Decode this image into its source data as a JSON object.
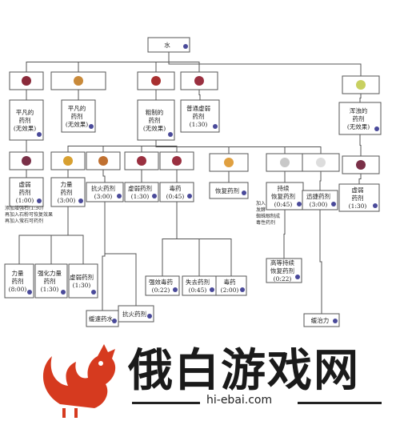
{
  "diagram": {
    "nodes": [
      {
        "id": "water",
        "label": "水",
        "kind": "top"
      },
      {
        "id": "i1",
        "icon": "nether-wart",
        "kind": "icon"
      },
      {
        "id": "i2",
        "icon": "ingredients-group",
        "kind": "icon"
      },
      {
        "id": "i3",
        "icon": "redstone",
        "kind": "icon"
      },
      {
        "id": "i4",
        "icon": "spider-eye",
        "kind": "icon"
      },
      {
        "id": "i5",
        "icon": "glowstone",
        "kind": "icon"
      },
      {
        "id": "awkward",
        "label": "平凡的\n药剂\n(无效果)",
        "kind": "box"
      },
      {
        "id": "mundane",
        "label": "平凡的\n药剂\n(无效果)",
        "kind": "box"
      },
      {
        "id": "thick",
        "label": "粗制的\n药剂\n(无效果)",
        "kind": "box"
      },
      {
        "id": "weak",
        "label": "普通虚弱\n药剂\n(1:30)",
        "kind": "box"
      },
      {
        "id": "thick2",
        "label": "浑浊的\n药剂\n(无效果)",
        "kind": "box"
      },
      {
        "id": "c1",
        "icon": "fermented-eye",
        "kind": "icon"
      },
      {
        "id": "c2",
        "icon": "blaze-powder",
        "kind": "icon"
      },
      {
        "id": "c3",
        "icon": "magma-cream",
        "kind": "icon"
      },
      {
        "id": "c4",
        "icon": "spider-eye",
        "kind": "icon"
      },
      {
        "id": "c5",
        "icon": "spider-eye",
        "kind": "icon"
      },
      {
        "id": "c6",
        "icon": "golden-carrot",
        "kind": "icon"
      },
      {
        "id": "c7",
        "icon": "ghast-tear",
        "kind": "icon"
      },
      {
        "id": "c8",
        "icon": "sugar",
        "kind": "icon"
      },
      {
        "id": "c9",
        "icon": "fermented-eye",
        "kind": "icon"
      },
      {
        "id": "m1",
        "label": "虚弱\n药剂\n(1:00)",
        "kind": "box"
      },
      {
        "id": "m2",
        "label": "力量\n药剂\n(3:00)",
        "kind": "box"
      },
      {
        "id": "m3",
        "label": "抗火药剂\n(3:00)",
        "kind": "box"
      },
      {
        "id": "m4",
        "label": "虚弱药剂\n(1:30)",
        "kind": "box"
      },
      {
        "id": "m5",
        "label": "毒药\n(0:45)",
        "kind": "box"
      },
      {
        "id": "m6",
        "label": "恢复药剂",
        "kind": "box"
      },
      {
        "id": "m7",
        "label": "持续\n恢复药剂\n(0:45)",
        "kind": "box"
      },
      {
        "id": "m8",
        "label": "迅捷药剂\n(3:00)",
        "kind": "box"
      },
      {
        "id": "m9",
        "label": "虚弱\n药剂\n(1:30)",
        "kind": "box"
      },
      {
        "id": "b1",
        "label": "力量\n药剂\n(8:00)",
        "kind": "box"
      },
      {
        "id": "b2",
        "label": "强化力量\n药剂\n(1:30)",
        "kind": "box"
      },
      {
        "id": "b3",
        "label": "虚弱药剂\n(1:30)",
        "kind": "box"
      },
      {
        "id": "b4",
        "label": "强效毒药\n(0:22)",
        "kind": "box"
      },
      {
        "id": "b5",
        "label": "失去药剂\n(0:45)",
        "kind": "box"
      },
      {
        "id": "b6",
        "label": "毒药\n(2:00)",
        "kind": "box"
      },
      {
        "id": "b7",
        "label": "高等持续\n恢复药剂\n(0:22)",
        "kind": "box"
      },
      {
        "id": "e1",
        "label": "缓速药水",
        "kind": "box"
      },
      {
        "id": "e2",
        "label": "抗火药剂",
        "kind": "box"
      },
      {
        "id": "e3",
        "label": "缓治力",
        "kind": "box"
      }
    ],
    "notes": {
      "left": "添加增强石(1:30)\n再加入石粉可恢复效果\n再加入萤石可药剂",
      "right": "加入\n发酵\n蜘蛛眼制成\n毒性药剂"
    }
  },
  "watermark": {
    "title": "俄白游戏网",
    "url": "hi-ebai.com"
  }
}
